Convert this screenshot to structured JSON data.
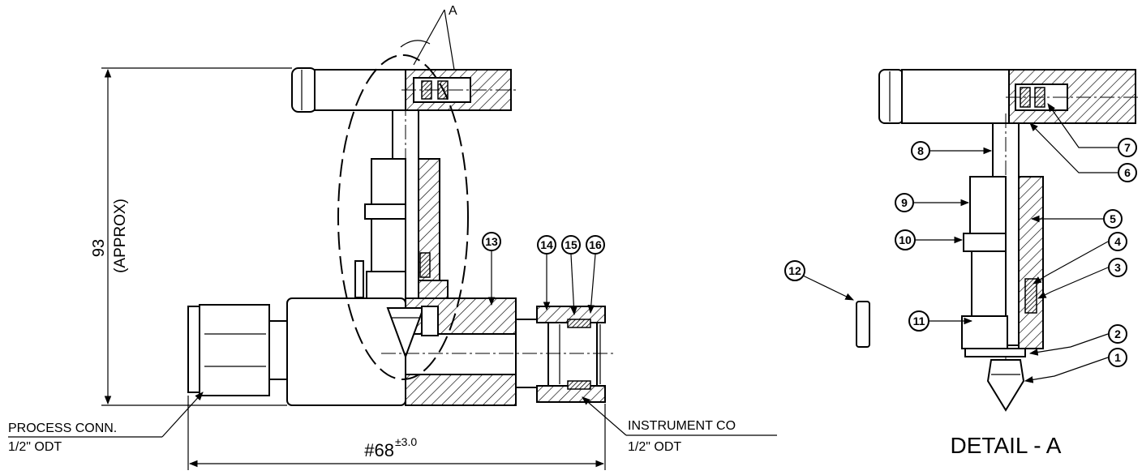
{
  "title_detail": "DETAIL - A",
  "section_mark": "A",
  "dimensions": {
    "height_value": "93",
    "height_note": "(APPROX)",
    "width_value": "#68",
    "width_tolerance": "±3.0"
  },
  "callouts": {
    "process": {
      "line1": "PROCESS CONN.",
      "line2": "1/2\" ODT"
    },
    "instrument": {
      "line1": "INSTRUMENT CO",
      "line2": "1/2\" ODT"
    }
  },
  "balloons": {
    "b1": "1",
    "b2": "2",
    "b3": "3",
    "b4": "4",
    "b5": "5",
    "b6": "6",
    "b7": "7",
    "b8": "8",
    "b9": "9",
    "b10": "10",
    "b11": "11",
    "b12": "12",
    "b13": "13",
    "b14": "14",
    "b15": "15",
    "b16": "16"
  }
}
